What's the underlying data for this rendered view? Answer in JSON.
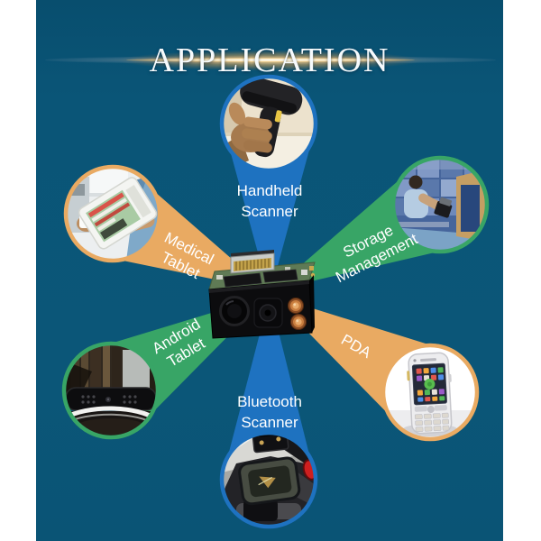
{
  "title": "APPLICATION",
  "colors": {
    "background": "#0b5678",
    "page_margin": "#ffffff",
    "blue_beam": "#1e72c0",
    "green_beam": "#38a566",
    "orange_beam": "#e9aa62",
    "title_text": "#f6fafc",
    "flare_glow": "#ffb050",
    "label_text": "#ffffff"
  },
  "center": {
    "name": "Barcode scanner engine module"
  },
  "spokes": [
    {
      "id": "handheld-scanner",
      "label": "Handheld Scanner",
      "lines": [
        "Handheld",
        "Scanner"
      ],
      "color": "#1e72c0",
      "position": "top"
    },
    {
      "id": "storage-management",
      "label": "Storage Management",
      "lines": [
        "Storage",
        "Management"
      ],
      "color": "#38a566",
      "position": "top-right"
    },
    {
      "id": "medical-tablet",
      "label": "Medical Tablet",
      "lines": [
        "Medical",
        "Tablet"
      ],
      "color": "#e9aa62",
      "position": "top-left"
    },
    {
      "id": "android-tablet",
      "label": "Android Tablet",
      "lines": [
        "Android",
        "Tablet"
      ],
      "color": "#38a566",
      "position": "bottom-left"
    },
    {
      "id": "pda",
      "label": "PDA",
      "lines": [
        "PDA"
      ],
      "color": "#e9aa62",
      "position": "bottom-right"
    },
    {
      "id": "bluetooth-scanner",
      "label": "Bluetooth Scanner",
      "lines": [
        "Bluetooth",
        "Scanner"
      ],
      "color": "#1e72c0",
      "position": "bottom"
    }
  ]
}
